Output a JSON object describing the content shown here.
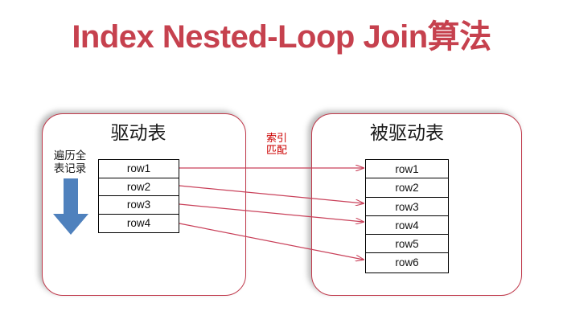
{
  "title": "Index Nested-Loop Join算法",
  "colors": {
    "title": "#C6414E",
    "panel_border": "#C0394B",
    "arrow": "#C9415A",
    "down_arrow": "#4F81BD",
    "label_red": "#CC0000",
    "table_border": "#000000",
    "background": "#FFFFFF"
  },
  "left_panel": {
    "caption": "驱动表",
    "annotation": "遍历全\n表记录",
    "annotation_line1": "遍历全",
    "annotation_line2": "表记录",
    "down_arrow_icon": "down-arrow-icon",
    "rows": [
      "row1",
      "row2",
      "row3",
      "row4"
    ]
  },
  "right_panel": {
    "caption": "被驱动表",
    "rows": [
      "row1",
      "row2",
      "row3",
      "row4",
      "row5",
      "row6"
    ]
  },
  "middle_label": {
    "line1": "索引",
    "line2": "匹配"
  },
  "connections": [
    {
      "from": "row1",
      "to": "row1"
    },
    {
      "from": "row2",
      "to": "row3"
    },
    {
      "from": "row3",
      "to": "row4"
    },
    {
      "from": "row4",
      "to": "row6"
    }
  ]
}
